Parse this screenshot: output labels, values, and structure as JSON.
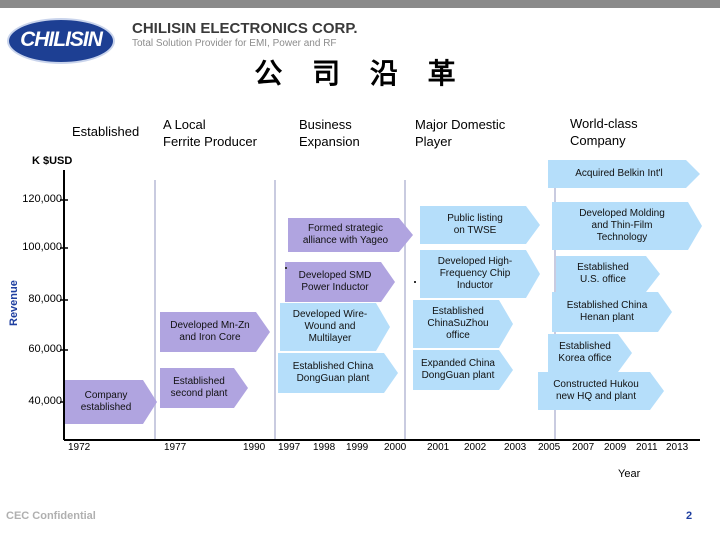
{
  "header": {
    "logo_text": "CHILISIN",
    "company_name": "CHILISIN ELECTRONICS CORP.",
    "tagline": "Total Solution Provider for EMI, Power and RF",
    "title": "公 司 沿 革"
  },
  "stages": {
    "established": "Established",
    "local_producer": [
      "A  Local",
      "Ferrite Producer"
    ],
    "business_expansion": [
      "Business",
      "Expansion"
    ],
    "major_domestic": [
      "Major Domestic",
      "Player"
    ],
    "world_class": [
      "World-class",
      "Company"
    ]
  },
  "chart_data": {
    "type": "timeline",
    "unit_label": "K $USD",
    "ylabel": "Revenue",
    "xlabel": "Year",
    "y_ticks": [
      "120,000",
      "100,000",
      "80,000",
      "60,000",
      "40,000"
    ],
    "x_ticks": [
      "1972",
      "1977",
      "1990",
      "1997",
      "1998",
      "1999",
      "2000",
      "2001",
      "2002",
      "2003",
      "2005",
      "2007",
      "2009",
      "2011",
      "2013"
    ],
    "events": [
      {
        "label": [
          "Company",
          "established"
        ]
      },
      {
        "label": [
          "Established",
          "second  plant"
        ]
      },
      {
        "label": [
          "Developed Mn-Zn",
          "and Iron Core"
        ]
      },
      {
        "label": [
          "Developed SMD",
          "Power Inductor"
        ]
      },
      {
        "label": [
          "Formed strategic",
          "alliance with Yageo"
        ]
      },
      {
        "label": [
          "Developed Wire-",
          "Wound  and",
          "Multilayer"
        ]
      },
      {
        "label": [
          "Established  China",
          "DongGuan plant"
        ]
      },
      {
        "label": [
          "Public listing",
          "on TWSE"
        ]
      },
      {
        "label": [
          "Developed High-",
          "Frequency Chip",
          "Inductor"
        ]
      },
      {
        "label": [
          "Established",
          "ChinaSuZhou",
          "office"
        ]
      },
      {
        "label": [
          "Expanded China",
          "DongGuan plant"
        ]
      },
      {
        "label": [
          "Acquired Belkin Int'l"
        ]
      },
      {
        "label": [
          "Developed Molding",
          "and Thin-Film",
          "Technology"
        ]
      },
      {
        "label": [
          "Established",
          "U.S. office"
        ]
      },
      {
        "label": [
          "Established China",
          "Henan plant"
        ]
      },
      {
        "label": [
          "Established",
          "Korea office"
        ]
      },
      {
        "label": [
          "Constructed Hukou",
          "new HQ and plant"
        ]
      }
    ]
  },
  "footer": {
    "confidential": "CEC Confidential",
    "page_number": "2"
  },
  "colors": {
    "callout_purple": "#b0a4e0",
    "callout_blue": "#b5defa",
    "logo_blue": "#1d3f93",
    "bar_gray": "#8a8a8a"
  }
}
